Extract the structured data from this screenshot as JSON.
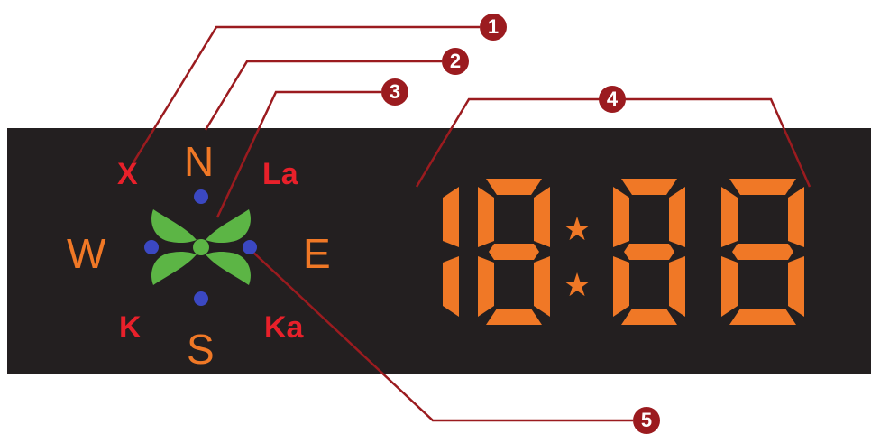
{
  "compass": {
    "north": "N",
    "south": "S",
    "east": "E",
    "west": "W",
    "northwest": "X",
    "northeast": "La",
    "southwest": "K",
    "southeast": "Ka"
  },
  "callouts": [
    "1",
    "2",
    "3",
    "4",
    "5"
  ],
  "display": {
    "digits": "18:88"
  },
  "colors": {
    "panel": "#231f20",
    "segment": "#f07826",
    "label_red": "#e8202a",
    "leaf": "#5cb545",
    "dot": "#3b48c2",
    "callout": "#9b1b1f"
  }
}
